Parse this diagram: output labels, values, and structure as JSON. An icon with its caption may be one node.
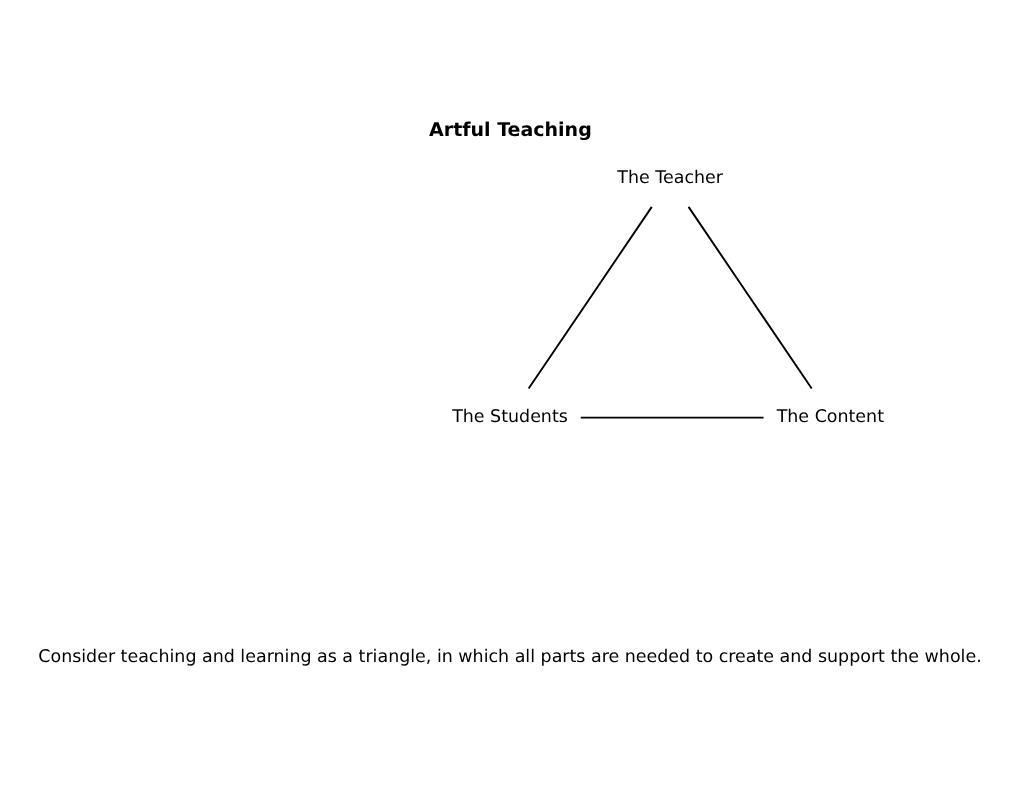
{
  "diagram": {
    "title": "Artful Teaching",
    "caption": "Consider teaching and learning as a triangle, in which all parts are needed to create and support the whole.",
    "nodes": [
      {
        "text": [
          "The Teacher"
        ]
      },
      {
        "text": [
          "The Students"
        ]
      },
      {
        "text": [
          "The Content"
        ]
      }
    ],
    "edges": [
      {
        "from": 0,
        "to": 1,
        "arrow": "none"
      },
      {
        "from": 0,
        "to": 2,
        "arrow": "none"
      },
      {
        "from": 1,
        "to": 2,
        "arrow": "none"
      }
    ]
  }
}
